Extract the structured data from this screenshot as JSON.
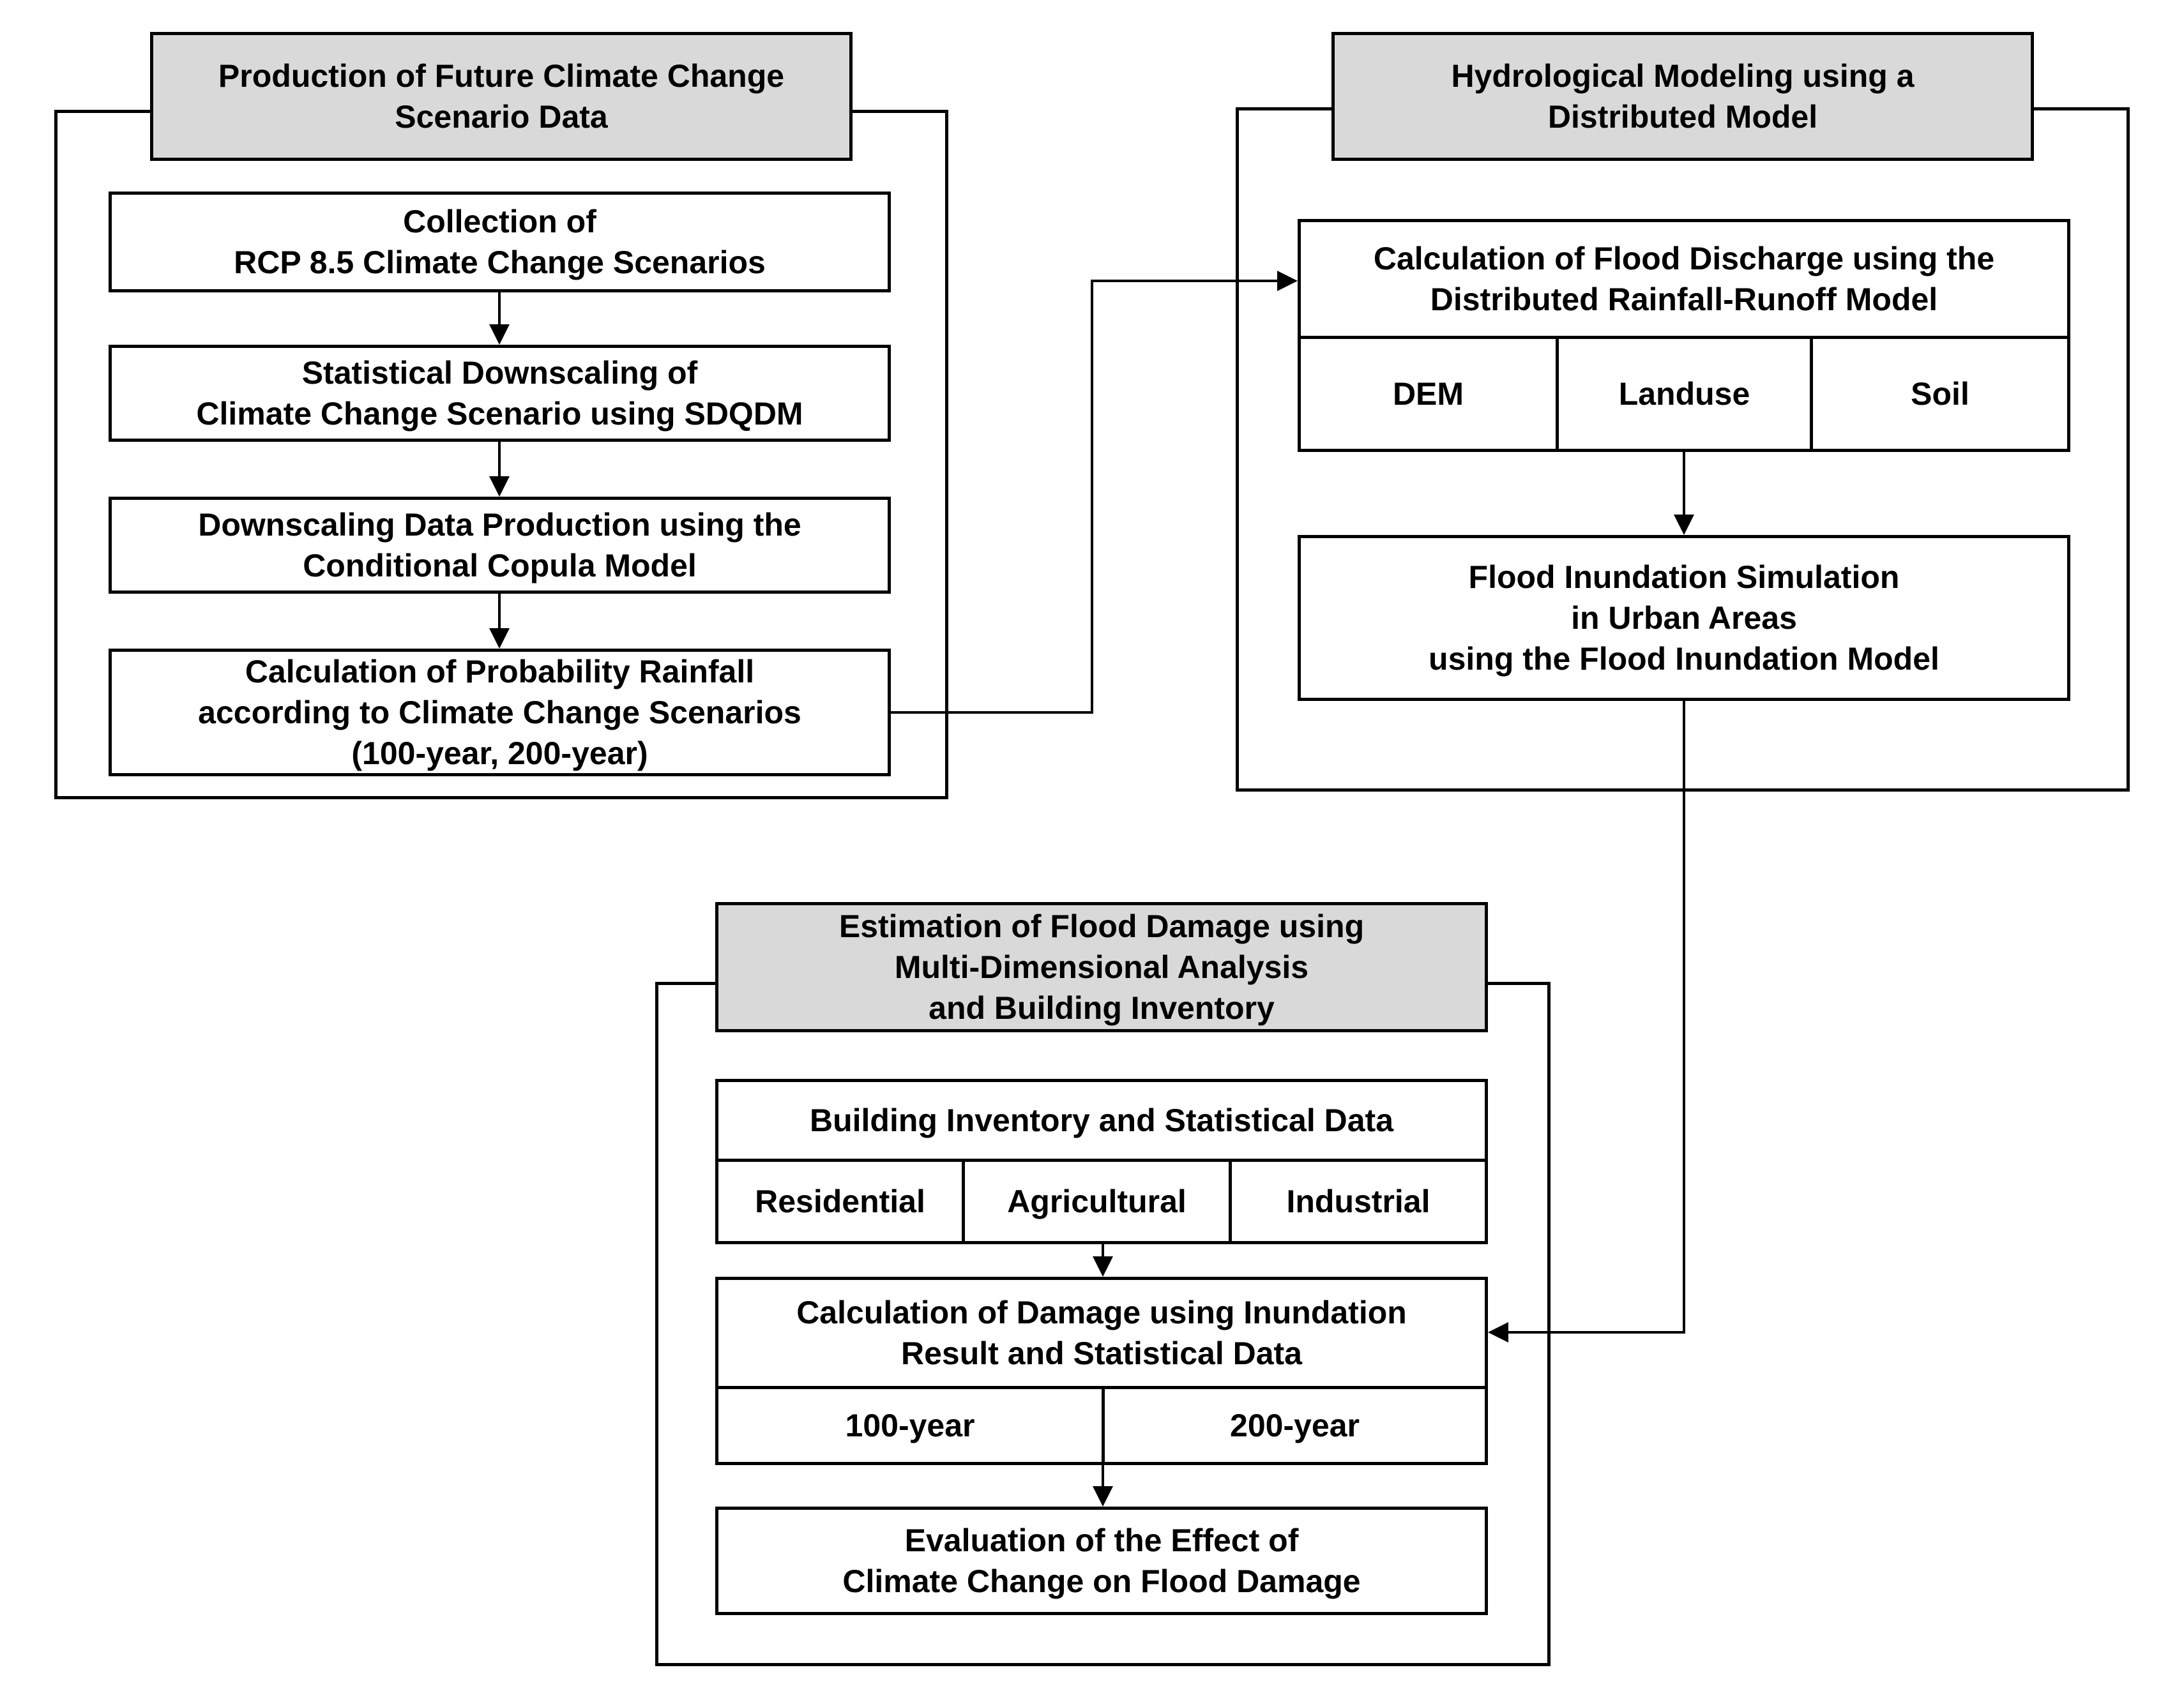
{
  "sections": {
    "production": {
      "title": "Production of Future Climate Change\nScenario Data",
      "steps": [
        "Collection of\nRCP 8.5 Climate Change Scenarios",
        "Statistical Downscaling of\nClimate Change Scenario using  SDQDM",
        "Downscaling Data Production using the\nConditional Copula Model",
        "Calculation of Probability Rainfall\naccording to Climate Change Scenarios\n(100-year, 200-year)"
      ]
    },
    "hydrological": {
      "title": "Hydrological Modeling using a\nDistributed  Model",
      "discharge": "Calculation of Flood Discharge using the\nDistributed  Rainfall-Runoff Model",
      "inputs": [
        "DEM",
        "Landuse",
        "Soil"
      ],
      "inundation": "Flood Inundation Simulation\nin Urban Areas\nusing the Flood Inundation Model"
    },
    "damage": {
      "title": "Estimation  of Flood Damage using\nMulti-Dimensional Analysis\nand Building Inventory",
      "inventory": "Building Inventory and Statistical Data",
      "categories": [
        "Residential",
        "Agricultural",
        "Industrial"
      ],
      "calculation": "Calculation of Damage using Inundation\nResult and Statistical Data",
      "periods": [
        "100-year",
        "200-year"
      ],
      "evaluation": "Evaluation of the Effect of\nClimate Change on Flood Damage"
    }
  },
  "colors": {
    "header_fill": "#d9d9d9",
    "box_fill": "#ffffff",
    "line": "#000000"
  }
}
